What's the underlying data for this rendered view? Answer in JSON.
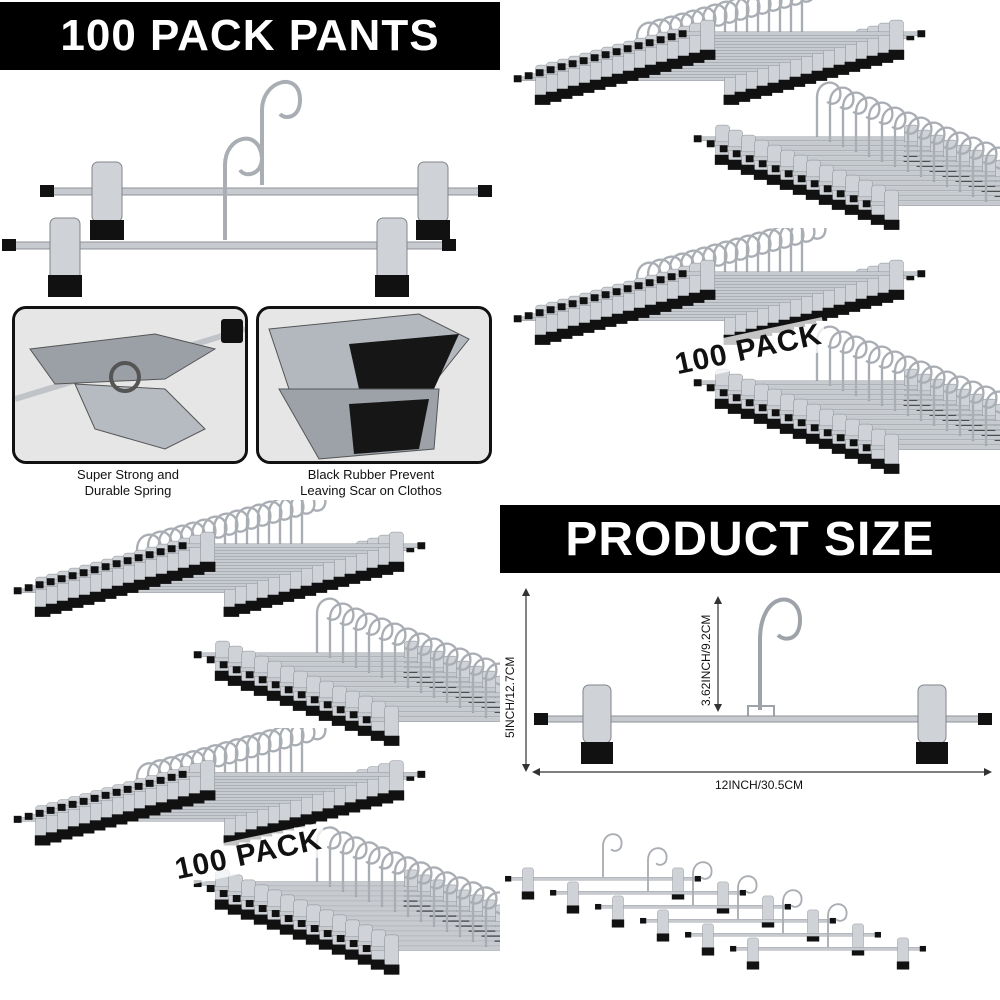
{
  "banners": {
    "top": "100 PACK PANTS",
    "size": "PRODUCT SIZE"
  },
  "details": [
    {
      "caption_line1": "Super Strong and",
      "caption_line2": "Durable Spring"
    },
    {
      "caption_line1": "Black Rubber Prevent",
      "caption_line2": "Leaving Scar on Clothos"
    }
  ],
  "pack_label": "100 PACK",
  "dimensions": {
    "total_height": "5INCH/12.7CM",
    "hook_height": "3.62INCH/9.2CM",
    "width": "12INCH/30.5CM"
  },
  "colors": {
    "banner_bg": "#000000",
    "banner_text": "#ffffff",
    "chrome": "#b9bec4",
    "rubber": "#111111"
  }
}
